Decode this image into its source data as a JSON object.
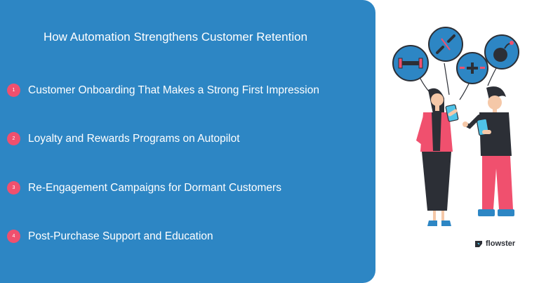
{
  "title": "How Automation Strengthens Customer Retention",
  "items": [
    {
      "num": "1",
      "label": "Customer Onboarding That Makes a Strong First Impression"
    },
    {
      "num": "2",
      "label": "Loyalty and Rewards Programs on Autopilot"
    },
    {
      "num": "3",
      "label": "Re-Engagement Campaigns for Dormant Customers"
    },
    {
      "num": "4",
      "label": "Post-Purchase Support and Education"
    }
  ],
  "brand": {
    "name": "flowster"
  },
  "colors": {
    "panel": "#2d86c4",
    "badge": "#f0506e",
    "icon_circle": "#2d86c4",
    "accent_pink": "#f0506e",
    "dark": "#2c2f36"
  },
  "illustration_icons": [
    "dumbbell-icon",
    "broken-link-icon",
    "plus-minus-icon",
    "bomb-icon"
  ]
}
